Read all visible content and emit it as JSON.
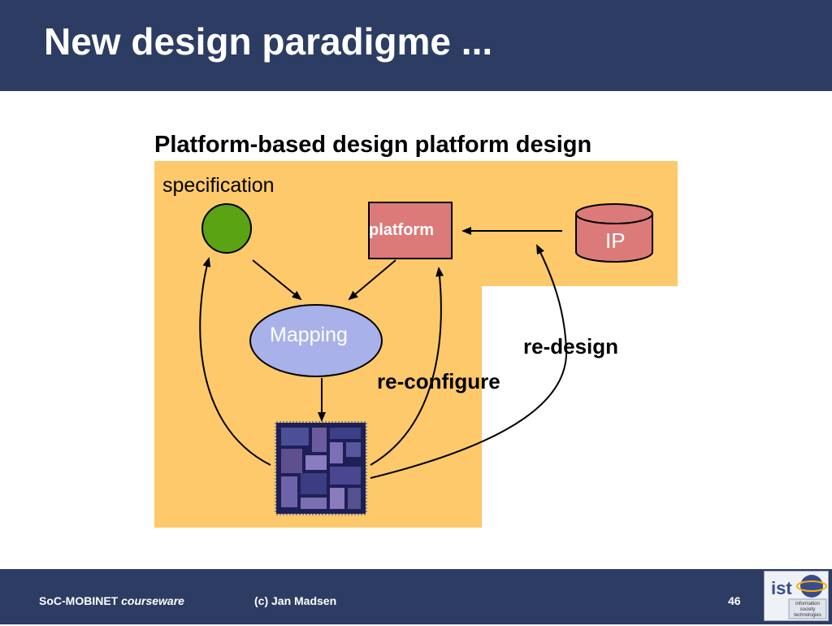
{
  "slide": {
    "title": "New design paradigme ...",
    "subtitle": "Platform-based design  platform design"
  },
  "diagram": {
    "specification_label": "specification",
    "platform_label": "platform",
    "ip_label": "IP",
    "mapping_label": "Mapping",
    "redesign_label": "re-design",
    "reconfigure_label": "re-configure"
  },
  "footer": {
    "course": "SoC-MOBINET",
    "course_suffix": "courseware",
    "author": "(c) Jan Madsen",
    "page_number": "46",
    "logo_text": "ist",
    "logo_caption": [
      "information",
      "society",
      "technologies"
    ]
  },
  "colors": {
    "header_bg": "#2c3c63",
    "region_fill": "#fdc96a",
    "spec_circle": "#5aa312",
    "platform_box": "#dc7a7a",
    "ip_cylinder": "#dc7a7a",
    "mapping_ellipse": "#a9b1ea"
  }
}
